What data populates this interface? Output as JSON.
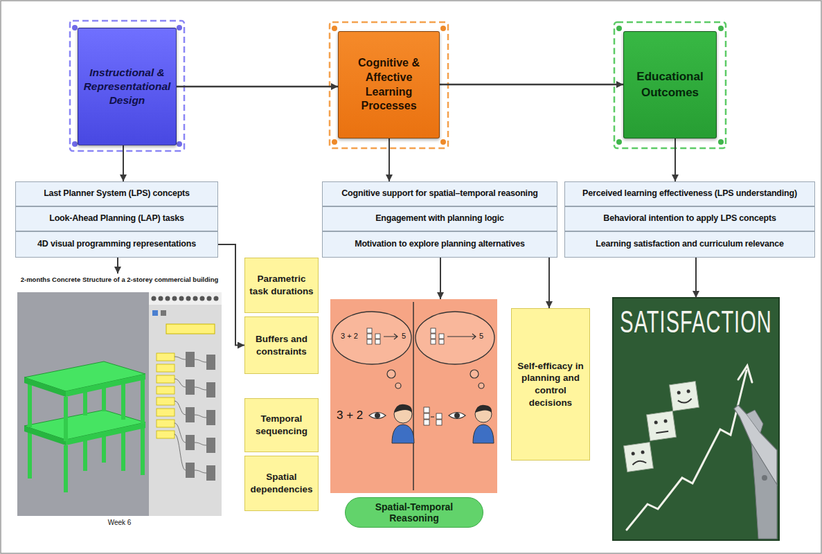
{
  "diagram": {
    "nodes": [
      {
        "text": [
          "Instructional & Representational Design"
        ]
      },
      {
        "text": [
          "Cognitive & Affective Learning Processes"
        ]
      },
      {
        "text": [
          "Educational Outcomes"
        ]
      },
      {
        "text": [
          "Last Planner System (LPS) concepts"
        ]
      },
      {
        "text": [
          "Look-Ahead Planning (LAP) tasks"
        ]
      },
      {
        "text": [
          "4D visual programming representations"
        ]
      },
      {
        "text": [
          "2-months Concrete Structure of a 2-storey commercial building",
          "Week 6"
        ]
      },
      {
        "text": [
          "Parametric task durations"
        ]
      },
      {
        "text": [
          "Buffers and constraints"
        ]
      },
      {
        "text": [
          "Temporal sequencing"
        ]
      },
      {
        "text": [
          "Spatial dependencies"
        ]
      },
      {
        "text": [
          "Cognitive support for spatial–temporal reasoning"
        ]
      },
      {
        "text": [
          "Engagement with planning logic"
        ]
      },
      {
        "text": [
          "Motivation to explore planning alternatives"
        ]
      },
      {
        "text": [
          "3 + 2",
          "5",
          "5",
          "3 + 2"
        ]
      },
      {
        "text": [
          "Spatial-Temporal Reasoning"
        ]
      },
      {
        "text": [
          "Self-efficacy in planning and control decisions"
        ]
      },
      {
        "text": [
          "Perceived learning effectiveness (LPS understanding)"
        ]
      },
      {
        "text": [
          "Behavioral intention to apply LPS concepts"
        ]
      },
      {
        "text": [
          "Learning satisfaction and curriculum relevance"
        ]
      },
      {
        "text": [
          "SATISFACTION"
        ]
      }
    ],
    "edges": [
      {
        "from": 0,
        "to": 1,
        "arrow": "to"
      },
      {
        "from": 1,
        "to": 2,
        "arrow": "to"
      },
      {
        "from": 0,
        "to": 3,
        "arrow": "to"
      },
      {
        "from": 1,
        "to": 11,
        "arrow": "to"
      },
      {
        "from": 2,
        "to": 17,
        "arrow": "to"
      },
      {
        "from": 5,
        "to": 6,
        "arrow": "to"
      },
      {
        "from": 5,
        "to": 8,
        "arrow": "to"
      },
      {
        "from": 13,
        "to": 14,
        "arrow": "to"
      },
      {
        "from": 13,
        "to": 16,
        "arrow": "to"
      },
      {
        "from": 19,
        "to": 20,
        "arrow": "to"
      }
    ]
  }
}
